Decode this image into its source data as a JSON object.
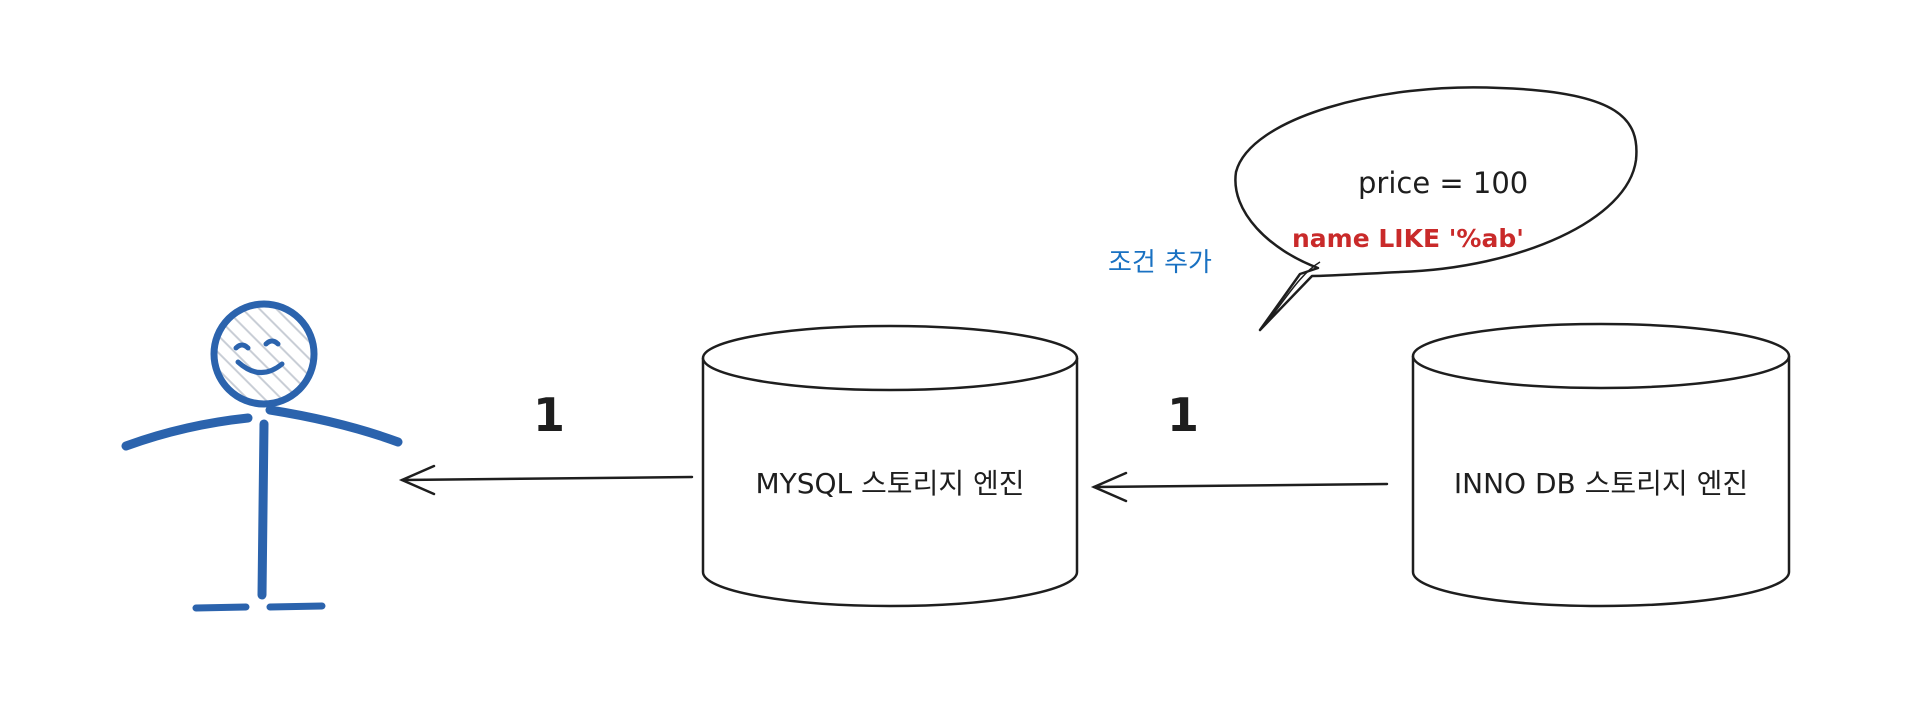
{
  "diagram": {
    "nodes": {
      "mysql_engine": {
        "label": "MYSQL 스토리지 엔진"
      },
      "innodb_engine": {
        "label": "INNO DB 스토리지 엔진"
      },
      "user": {
        "icon": "stick-figure-user-icon"
      }
    },
    "edges": {
      "innodb_to_mysql": {
        "count": "1"
      },
      "mysql_to_user": {
        "count": "1"
      }
    },
    "callout": {
      "lines": [
        "price = 100",
        "name LIKE '%ab'"
      ],
      "note": "조건 추가"
    }
  },
  "colors": {
    "stroke": "#1e1e1e",
    "user": "#2b63ad",
    "note": "#1971c2",
    "condition_added": "#c92a2a"
  }
}
